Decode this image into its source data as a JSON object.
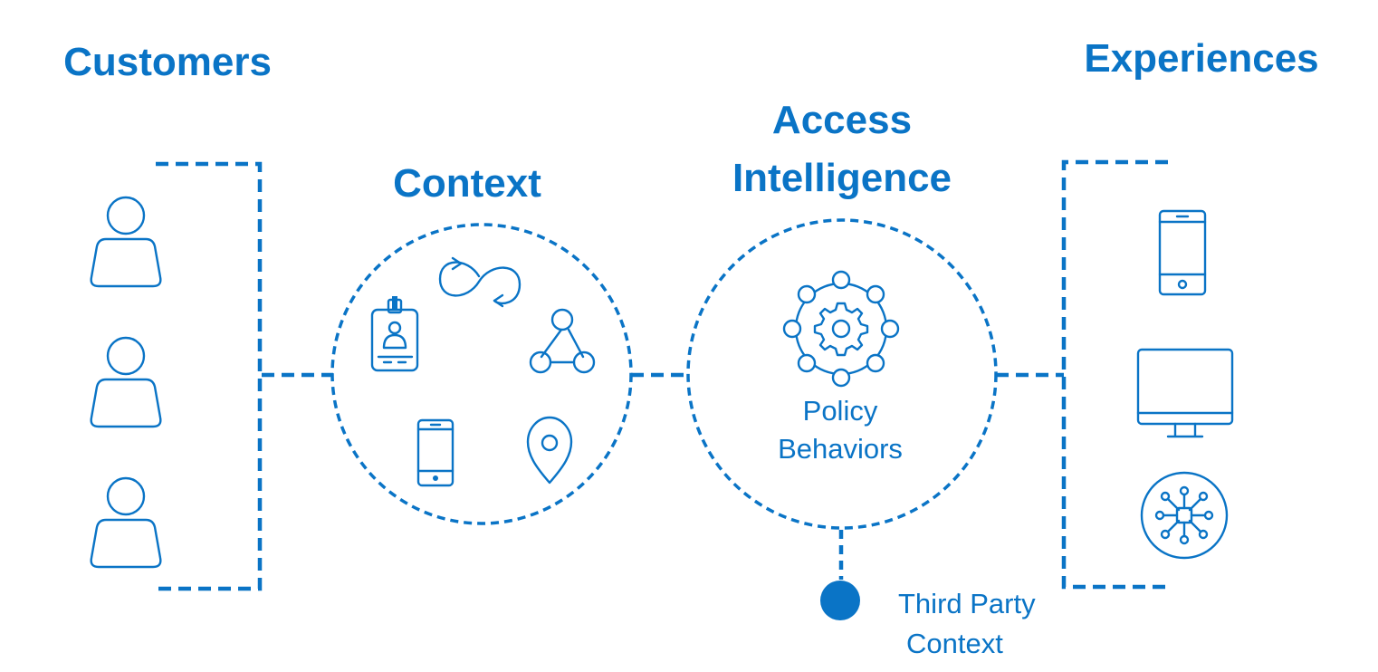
{
  "diagram": {
    "headings": {
      "customers": "Customers",
      "context": "Context",
      "access_line1": "Access",
      "access_line2": "Intelligence",
      "experiences": "Experiences"
    },
    "policy": {
      "line1": "Policy",
      "line2": "Behaviors"
    },
    "third_party": {
      "line1": "Third Party",
      "line2": "Context"
    },
    "icons": {
      "customers": [
        "user-icon",
        "user-icon",
        "user-icon"
      ],
      "context": [
        "sync-loop-icon",
        "id-badge-icon",
        "network-triangle-icon",
        "mobile-phone-icon",
        "location-pin-icon"
      ],
      "access_intelligence": [
        "gear-network-icon"
      ],
      "experiences": [
        "mobile-phone-icon",
        "desktop-monitor-icon",
        "hub-network-icon"
      ]
    },
    "colors": {
      "accent": "#0a74c6",
      "background": "#ffffff"
    }
  }
}
